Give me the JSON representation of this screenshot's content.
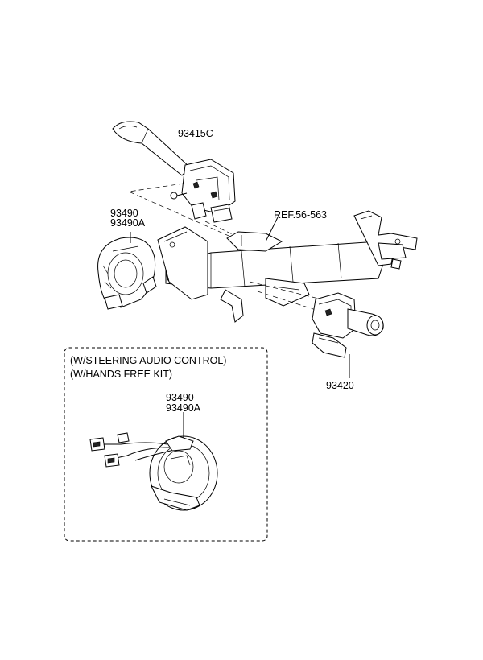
{
  "labels": {
    "switch_upper": "93415C",
    "clock_spring_top": "93490",
    "clock_spring_top_alt": "93490A",
    "reference": "REF.56-563",
    "switch_lower": "93420",
    "clock_spring_inset": "93490",
    "clock_spring_inset_alt": "93490A"
  },
  "inset": {
    "line1": "(W/STEERING AUDIO CONTROL)",
    "line2": "(W/HANDS FREE KIT)"
  }
}
